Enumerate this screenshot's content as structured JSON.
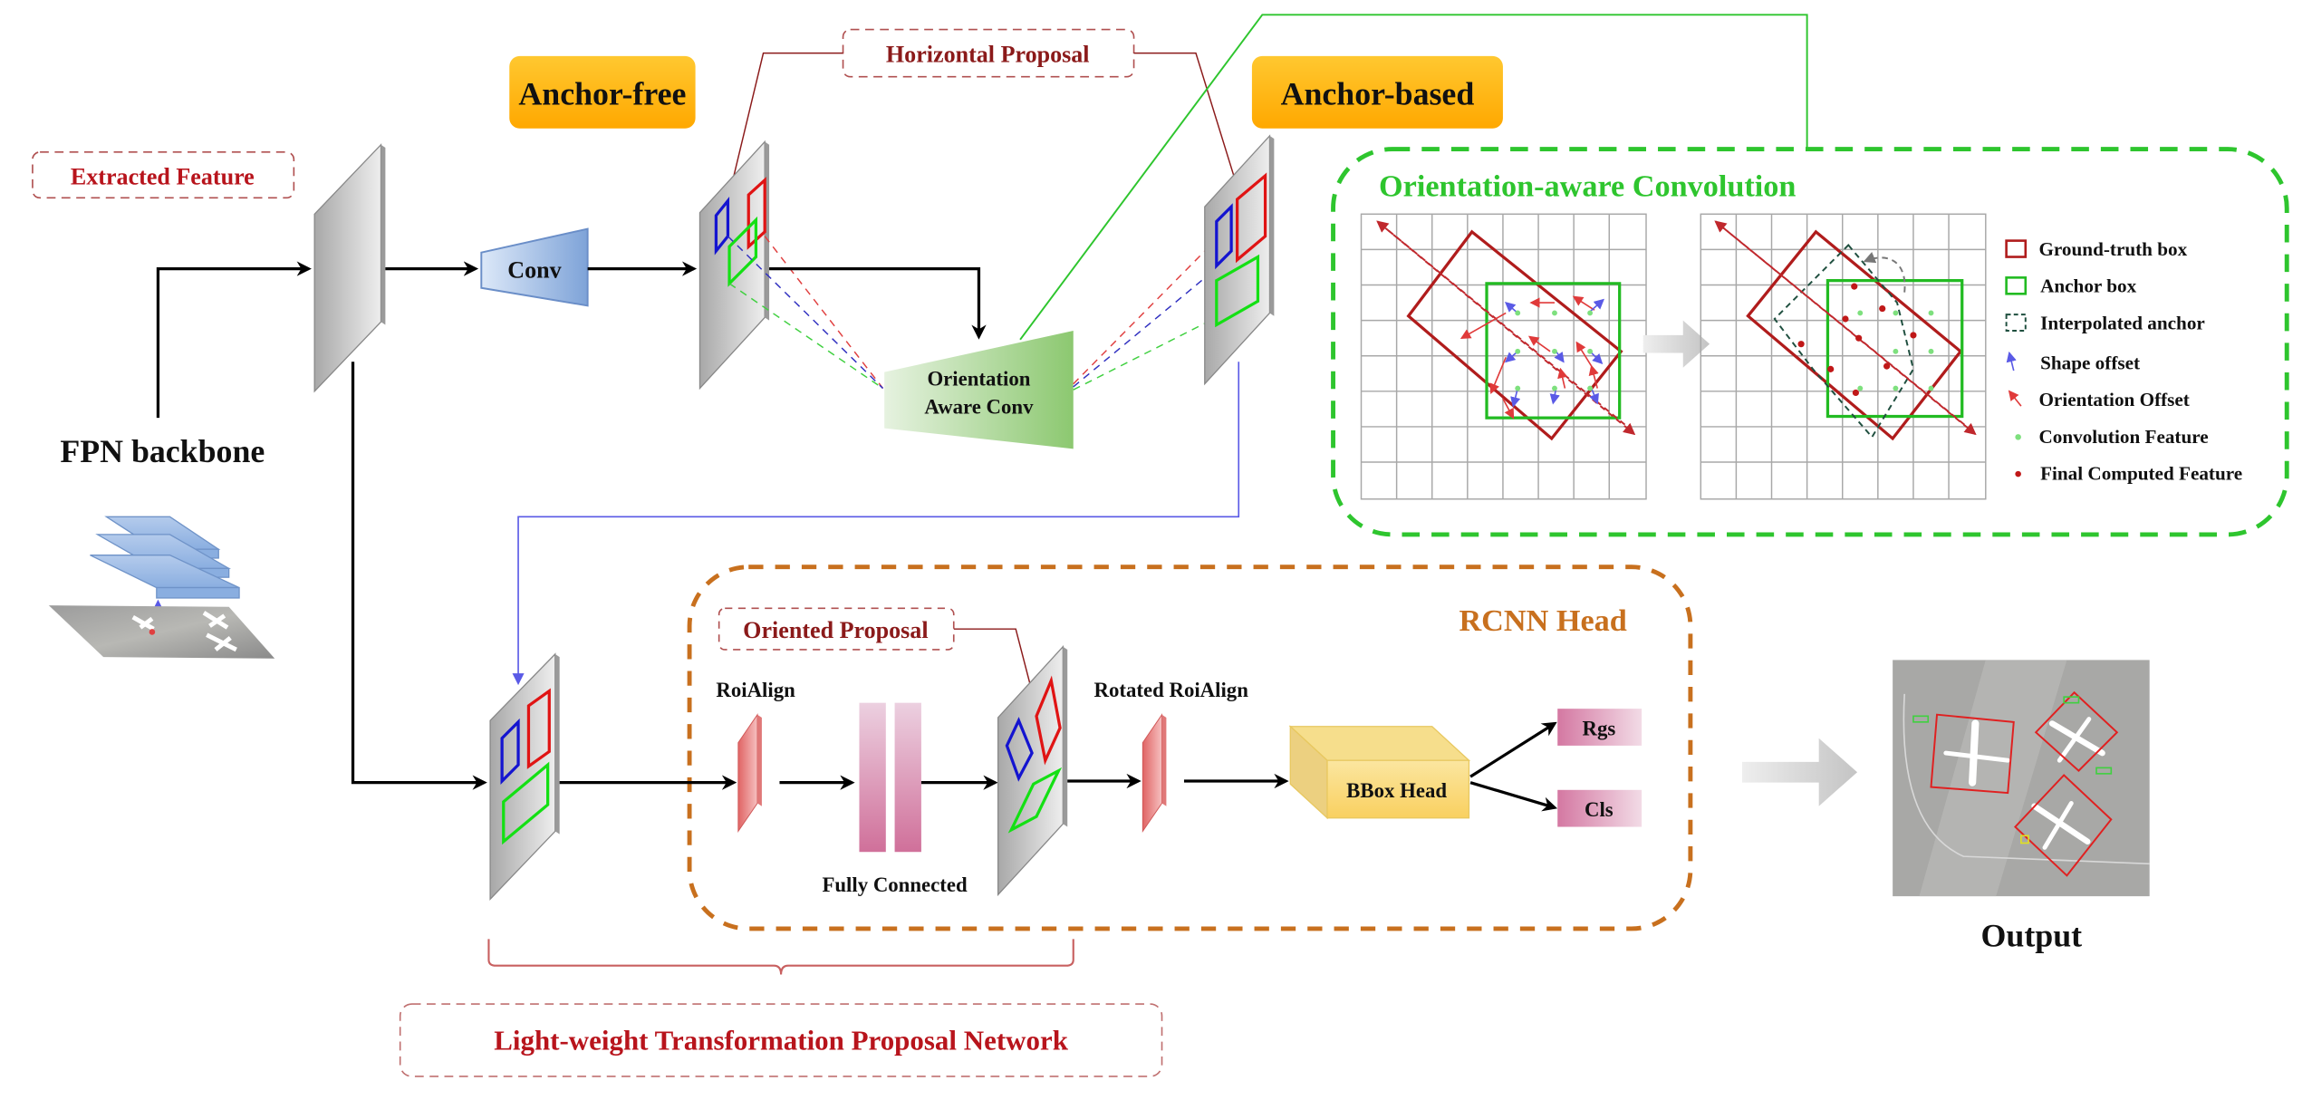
{
  "diagram": {
    "labels": {
      "extracted_feature": "Extracted Feature",
      "fpn_backbone": "FPN backbone",
      "conv": "Conv",
      "anchor_free": "Anchor-free",
      "anchor_based": "Anchor-based",
      "horizontal_proposal": "Horizontal Proposal",
      "orientation_aware_conv_line1": "Orientation",
      "orientation_aware_conv_line2": "Aware Conv",
      "oac_panel_title": "Orientation-aware Convolution",
      "rcnn_head": "RCNN Head",
      "oriented_proposal": "Oriented Proposal",
      "roialign": "RoiAlign",
      "fully_connected": "Fully Connected",
      "rotated_roialign": "Rotated RoiAlign",
      "bbox_head": "BBox Head",
      "rgs": "Rgs",
      "cls": "Cls",
      "output": "Output",
      "ltpn": "Light-weight Transformation Proposal Network"
    },
    "legend": [
      {
        "label": "Ground-truth box",
        "icon": "red-rectangle-icon"
      },
      {
        "label": "Anchor box",
        "icon": "green-rectangle-icon"
      },
      {
        "label": "Interpolated anchor",
        "icon": "dashed-rectangle-icon"
      },
      {
        "label": "Shape offset",
        "icon": "blue-arrow-icon"
      },
      {
        "label": "Orientation Offset",
        "icon": "red-arrow-icon"
      },
      {
        "label": "Convolution Feature",
        "icon": "green-dot-icon"
      },
      {
        "label": "Final Computed Feature",
        "icon": "red-dot-icon"
      }
    ],
    "colors": {
      "ground_truth": "#b01c1c",
      "anchor": "#22bb22",
      "interpolated": "#1f4f3f",
      "shape_offset": "#5a5ae6",
      "orientation_offset": "#e03a3a",
      "conv_feature": "#7ee07e",
      "final_feature": "#c01818",
      "orange_badge": "#ffb000",
      "rcnn_border": "#c8701e",
      "oac_border": "#2ec52e"
    }
  }
}
